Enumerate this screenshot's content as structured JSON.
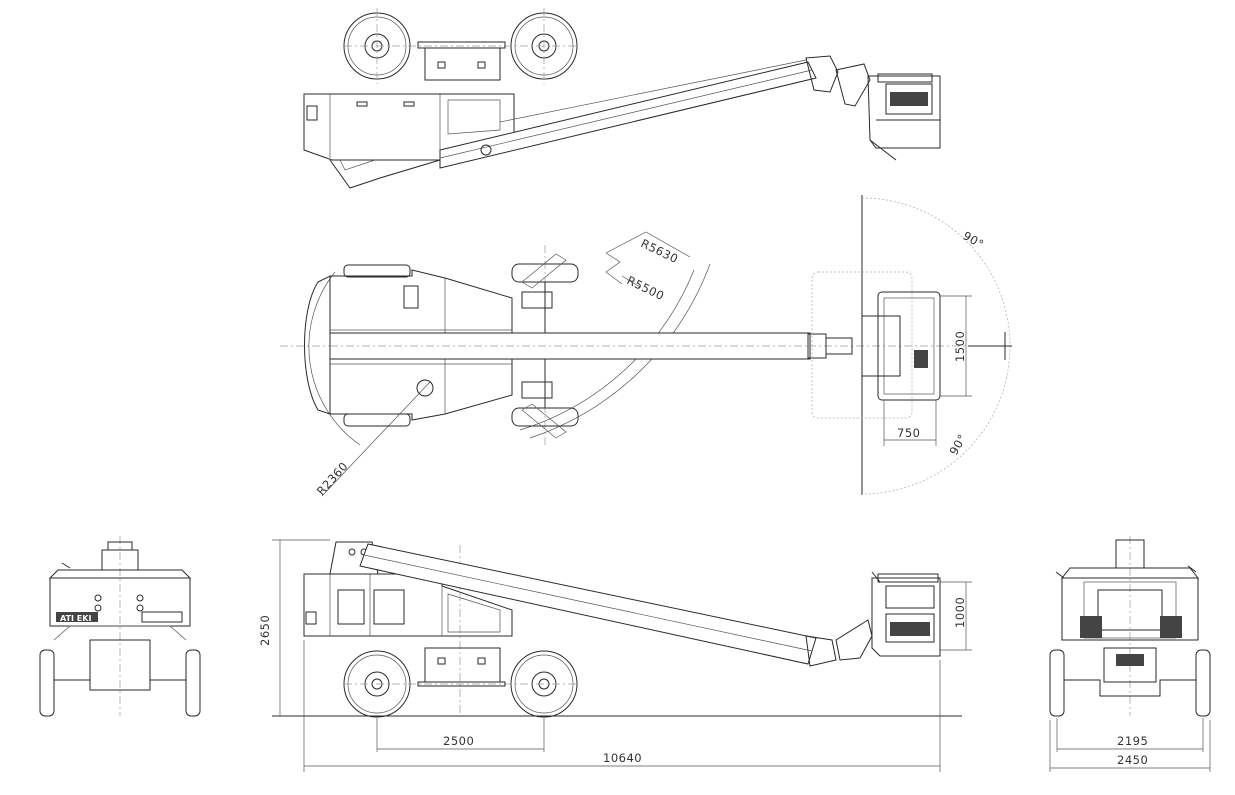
{
  "dimensions": {
    "r5630": "R5630",
    "r5500": "R5500",
    "r2360": "R2360",
    "angle_top": "90°",
    "angle_bottom": "90°",
    "platform_width": "1500",
    "platform_depth": "750",
    "height": "2650",
    "platform_height": "1000",
    "wheelbase": "2500",
    "overall_length": "10640",
    "track_width": "2195",
    "overall_width": "2450"
  },
  "brand_badge": "ATI EKI"
}
